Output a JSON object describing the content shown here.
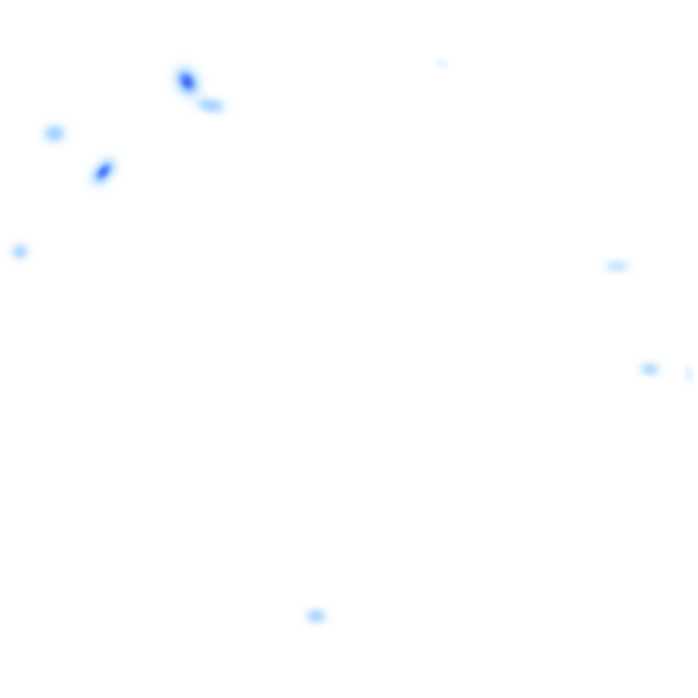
{
  "colors": {
    "background": "#ffffff",
    "low": "#bfe3ff",
    "mid": "#8ec8ff",
    "high": "#5a86ff",
    "peak": "#3b4cf0"
  },
  "blobs": [
    {
      "name": "blob-top-left-large",
      "intensity": 1.0
    },
    {
      "name": "blob-top-left-tail",
      "intensity": 0.45
    },
    {
      "name": "blob-left-small",
      "intensity": 0.45
    },
    {
      "name": "blob-left-mid",
      "intensity": 0.8
    },
    {
      "name": "blob-far-left",
      "intensity": 0.4
    },
    {
      "name": "blob-top-center-dot",
      "intensity": 0.35
    },
    {
      "name": "blob-right-upper",
      "intensity": 0.35
    },
    {
      "name": "blob-right-lower",
      "intensity": 0.45
    },
    {
      "name": "blob-right-edge",
      "intensity": 0.3
    },
    {
      "name": "blob-bottom-center",
      "intensity": 0.45
    }
  ]
}
